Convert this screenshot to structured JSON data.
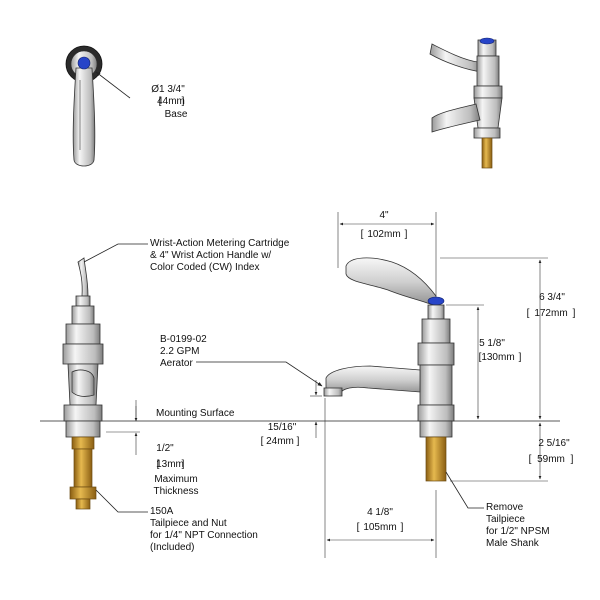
{
  "base": {
    "diameter_in": "Ø1 3/4\"",
    "diameter_mm": "44mm",
    "label": "Base"
  },
  "callouts": {
    "cartridge_line1": "Wrist-Action Metering Cartridge",
    "cartridge_line2": "& 4\" Wrist Action Handle w/",
    "cartridge_line3": "Color Coded (CW) Index",
    "aerator_line1": "B-0199-02",
    "aerator_line2": "2.2 GPM",
    "aerator_line3": "Aerator",
    "mounting_surface": "Mounting Surface",
    "tailpiece_line1": "150A",
    "tailpiece_line2": "Tailpiece and Nut",
    "tailpiece_line3": "for 1/4\" NPT Connection",
    "tailpiece_line4": "(Included)",
    "remove_line1": "Remove",
    "remove_line2": "Tailpiece",
    "remove_line3": "for 1/2\" NPSM",
    "remove_line4": "Male Shank"
  },
  "dimensions": {
    "handle_in": "4\"",
    "handle_mm": "102mm",
    "overall_height_in": "6 3/4\"",
    "overall_height_mm": "172mm",
    "handle_height_in": "5 1/8\"",
    "handle_height_mm": "130mm",
    "spout_height_in": "15/16\"",
    "spout_height_mm": "24mm",
    "max_thickness_in": "1/2\"",
    "max_thickness_mm": "13mm",
    "max_thickness_label1": "Maximum",
    "max_thickness_label2": "Thickness",
    "below_in": "2 5/16\"",
    "below_mm": "59mm",
    "reach_in": "4 1/8\"",
    "reach_mm": "105mm"
  },
  "colors": {
    "chrome_light": "#f2f2f2",
    "chrome_dark": "#8a8a8a",
    "brass": "#c9962c",
    "index_blue": "#2744c8"
  }
}
